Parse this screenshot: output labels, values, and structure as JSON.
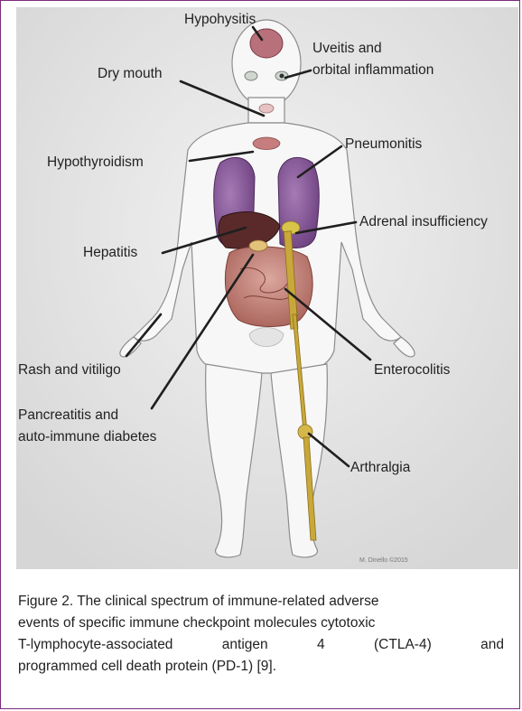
{
  "labels": {
    "hypophysitis": "Hypohysitis",
    "uveitis_1": "Uveitis and",
    "uveitis_2": "orbital inflammation",
    "dry_mouth": "Dry mouth",
    "pneumonitis": "Pneumonitis",
    "hypothyroidism": "Hypothyroidism",
    "adrenal": "Adrenal insufficiency",
    "hepatitis": "Hepatitis",
    "rash": "Rash and vitiligo",
    "enterocolitis": "Enterocolitis",
    "pancreatitis_1": "Pancreatitis and",
    "pancreatitis_2": "auto-immune diabetes",
    "arthralgia": "Arthralgia",
    "signature": "M. Dinello ©2015"
  },
  "caption": {
    "line1": "Figure 2. The clinical spectrum of immune-related adverse",
    "line2": "events of specific immune checkpoint molecules cytotoxic",
    "line3_words": [
      "T-lymphocyte-associated",
      "antigen",
      "4",
      "(CTLA-4)",
      "and"
    ],
    "line4": "programmed cell death protein (PD-1) [9]."
  },
  "colors": {
    "frame": "#7a2a7a",
    "panel_bg": "#e4e4e4",
    "lungs": "#8a5a9a",
    "liver": "#5a2a2a",
    "intestine": "#c07f74",
    "bone": "#c8a83a",
    "brain": "#b8707a",
    "leader_line": "#1f1f1f"
  }
}
